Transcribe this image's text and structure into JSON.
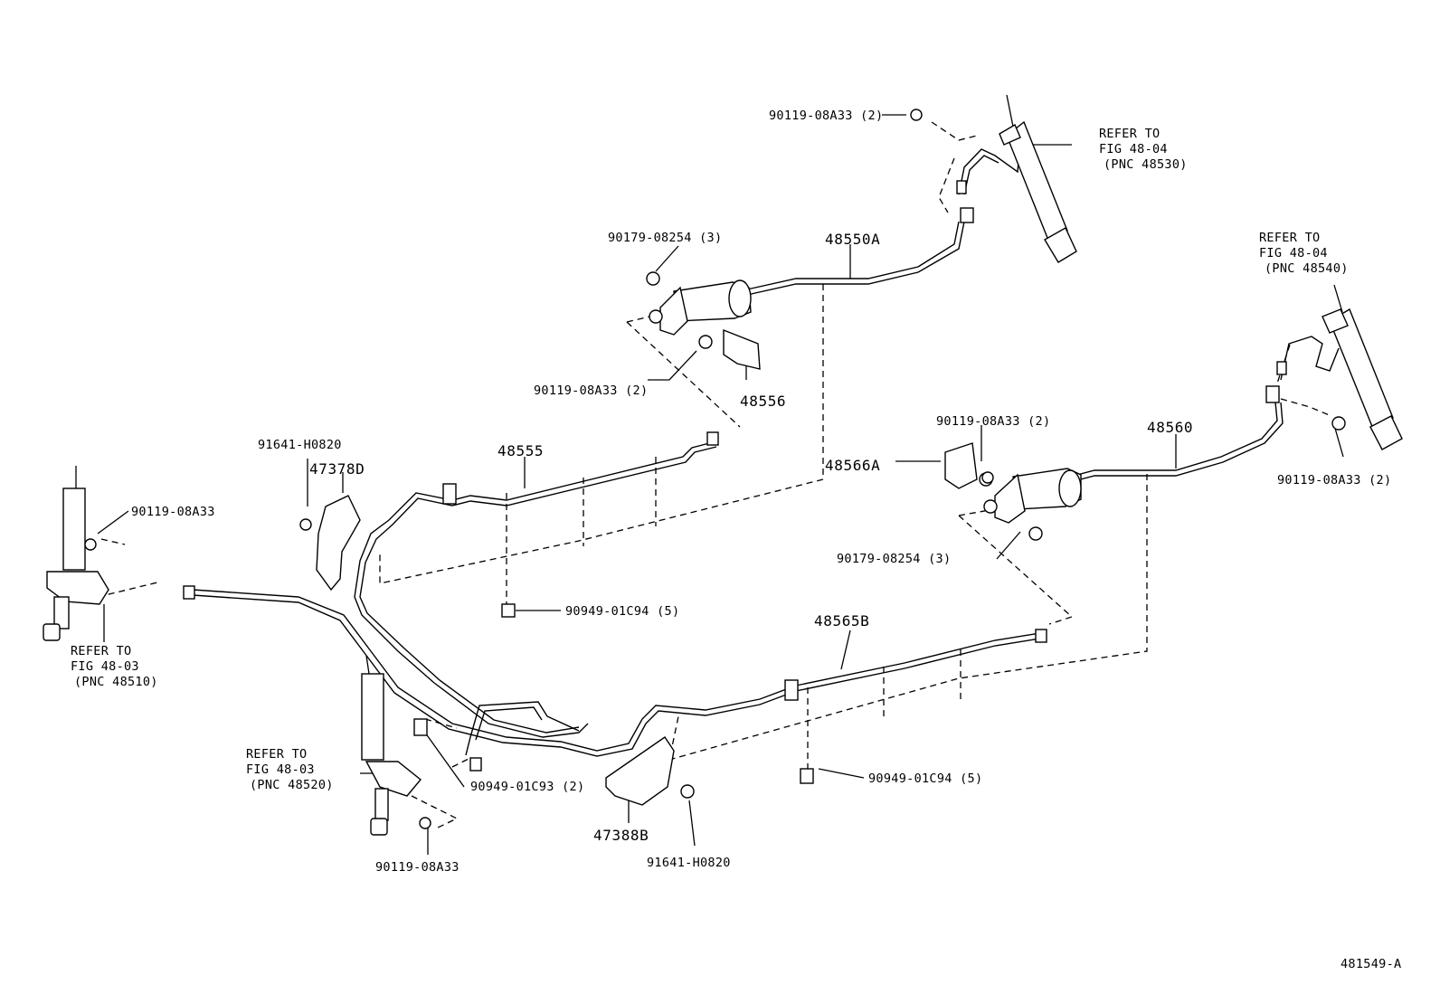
{
  "diagram": {
    "figure_id": "481549-A",
    "callouts": {
      "c_90119_top": "90119-08A33 (2)",
      "c_refer_48530_1": "REFER TO",
      "c_refer_48530_2": "FIG 48-04",
      "c_refer_48530_3": "(PNC 48530)",
      "c_48550A": "48550A",
      "c_90179_top": "90179-08254 (3)",
      "c_90119_mid": "90119-08A33 (2)",
      "c_48556": "48556",
      "c_refer_48540_1": "REFER TO",
      "c_refer_48540_2": "FIG 48-04",
      "c_refer_48540_3": "(PNC 48540)",
      "c_91641_top": "91641-H0820",
      "c_47378D": "47378D",
      "c_48555": "48555",
      "c_48566A": "48566A",
      "c_90119_right_a": "90119-08A33 (2)",
      "c_48560": "48560",
      "c_90119_far_right": "90119-08A33 (2)",
      "c_90119_left": "90119-08A33",
      "c_90179_right": "90179-08254 (3)",
      "c_90949_c94_a": "90949-01C94 (5)",
      "c_48565B": "48565B",
      "c_refer_48510_1": "REFER TO",
      "c_refer_48510_2": "FIG 48-03",
      "c_refer_48510_3": "(PNC 48510)",
      "c_refer_48520_1": "REFER TO",
      "c_refer_48520_2": "FIG 48-03",
      "c_refer_48520_3": "(PNC 48520)",
      "c_90949_c93": "90949-01C93 (2)",
      "c_90949_c94_b": "90949-01C94 (5)",
      "c_47388B": "47388B",
      "c_91641_bottom": "91641-H0820",
      "c_90119_bottom": "90119-08A33"
    }
  }
}
